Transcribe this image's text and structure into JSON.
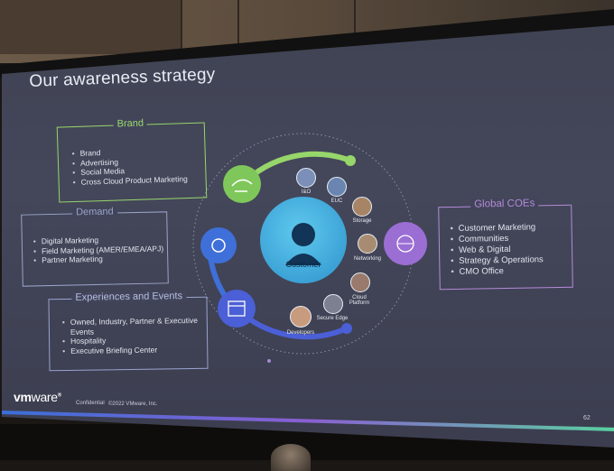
{
  "slide": {
    "title": "Our awareness strategy",
    "brand": {
      "heading": "Brand",
      "items": [
        "Brand",
        "Advertising",
        "Social Media",
        "Cross Cloud Product Marketing"
      ]
    },
    "demand": {
      "heading": "Demand",
      "items": [
        "Digital Marketing",
        "Field Marketing (AMER/EMEA/APJ)",
        "Partner Marketing"
      ]
    },
    "experiences": {
      "heading": "Experiences and Events",
      "items": [
        "Owned, Industry, Partner & Executive Events",
        "Hospitality",
        "Executive Briefing Center"
      ]
    },
    "global_coes": {
      "heading": "Global COEs",
      "items": [
        "Customer Marketing",
        "Communities",
        "Web & Digital",
        "Strategy & Operations",
        "CMO Office"
      ]
    },
    "diagram": {
      "center": "Customer",
      "audiences": [
        "I&O",
        "EUC",
        "Storage",
        "Networking",
        "Cloud Platform",
        "Secure Edge",
        "Developers"
      ]
    },
    "footer": {
      "logo_bold": "vm",
      "logo_regular": "ware",
      "reg": "®",
      "confidential": "Confidential",
      "copyright": "©2022 VMware, Inc.",
      "page": "62"
    }
  },
  "colors": {
    "brand_green": "#97d66a",
    "customer_blue": "#3aa8dc",
    "coe_purple": "#b58ad9",
    "demand_blue": "#3f6fd8"
  }
}
